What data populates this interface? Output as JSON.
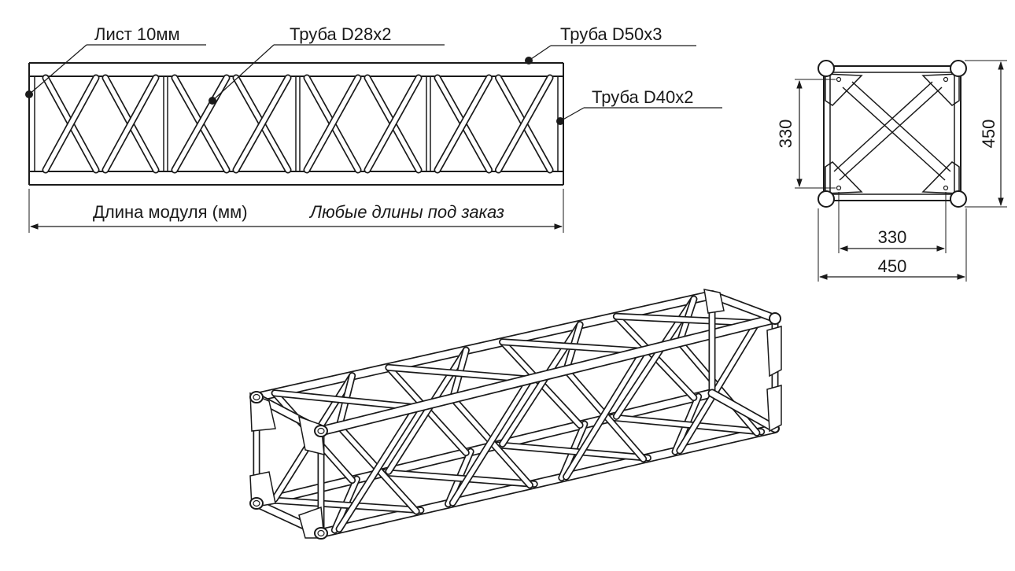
{
  "drawing": {
    "callouts": {
      "plate": "Лист 10мм",
      "diagonal_tube": "Труба D28x2",
      "chord_tube": "Труба D50x3",
      "brace_tube": "Труба D40x2"
    },
    "length_label": "Длина модуля (мм)",
    "custom_length_note": "Любые длины под заказ",
    "section_dimensions": {
      "inner_vertical": "330",
      "outer_vertical": "450",
      "inner_horizontal": "330",
      "outer_horizontal": "450"
    }
  },
  "colors": {
    "line": "#1a1a1a",
    "background": "#ffffff"
  }
}
